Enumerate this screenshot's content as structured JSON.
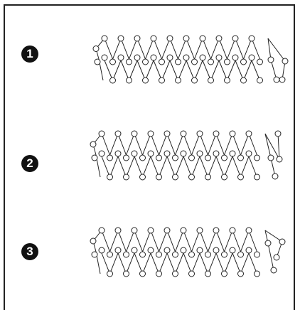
{
  "diagrams": [
    {
      "number_label": "1",
      "pattern": "zigzag-loop-chain"
    },
    {
      "number_label": "2",
      "pattern": "zigzag-loop-chain"
    },
    {
      "number_label": "3",
      "pattern": "zigzag-loop-chain"
    }
  ],
  "colors": {
    "stroke": "#222222",
    "badge_fill": "#111111",
    "badge_text": "#ffffff",
    "background": "#ffffff"
  }
}
